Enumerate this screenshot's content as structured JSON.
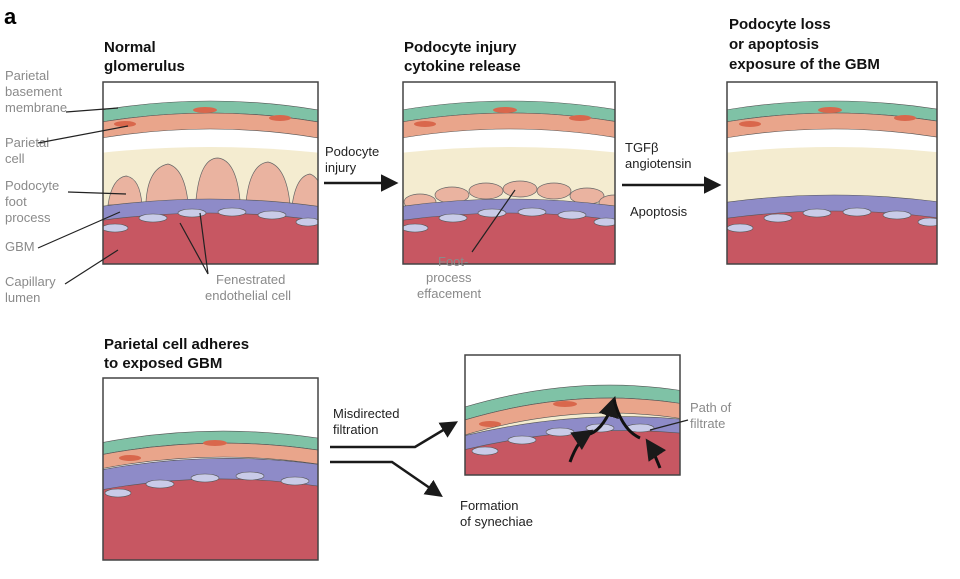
{
  "panel_label": "a",
  "headings": {
    "h1": [
      "Normal",
      "glomerulus"
    ],
    "h2": [
      "Podocyte injury",
      "cytokine release"
    ],
    "h3": [
      "Podocyte loss",
      "or apoptosis",
      "exposure of the GBM"
    ],
    "h4": [
      "Parietal cell adheres",
      "to exposed GBM"
    ]
  },
  "labels": {
    "parietal_bm": [
      "Parietal",
      "basement",
      "membrane"
    ],
    "parietal_cell": [
      "Parietal",
      "cell"
    ],
    "podocyte_fp": [
      "Podocyte",
      "foot",
      "process"
    ],
    "gbm": "GBM",
    "capillary": [
      "Capillary",
      "lumen"
    ],
    "fenestrated": [
      "Fenestrated",
      "endothelial cell"
    ],
    "foot_effacement": [
      "Foot-",
      "process",
      "effacement"
    ],
    "path_filtrate": [
      "Path of",
      "filtrate"
    ]
  },
  "arrows": {
    "a1": [
      "Podocyte",
      "injury"
    ],
    "a2": [
      "TGFβ",
      "angiotensin"
    ],
    "a2_below": "Apoptosis",
    "a3": [
      "Misdirected",
      "filtration"
    ],
    "a4": [
      "Formation",
      "of synechiae"
    ]
  },
  "colors": {
    "bm_green": "#7fc2a6",
    "parietal_orange": "#e9a58b",
    "nucleus": "#d9674c",
    "urinary_cream": "#f4ecd0",
    "podocyte": "#eab3a0",
    "gbm_purple": "#8e8bc8",
    "endothelial": "#c9cbe8",
    "capillary_red": "#c75762",
    "frame": "#444444"
  }
}
